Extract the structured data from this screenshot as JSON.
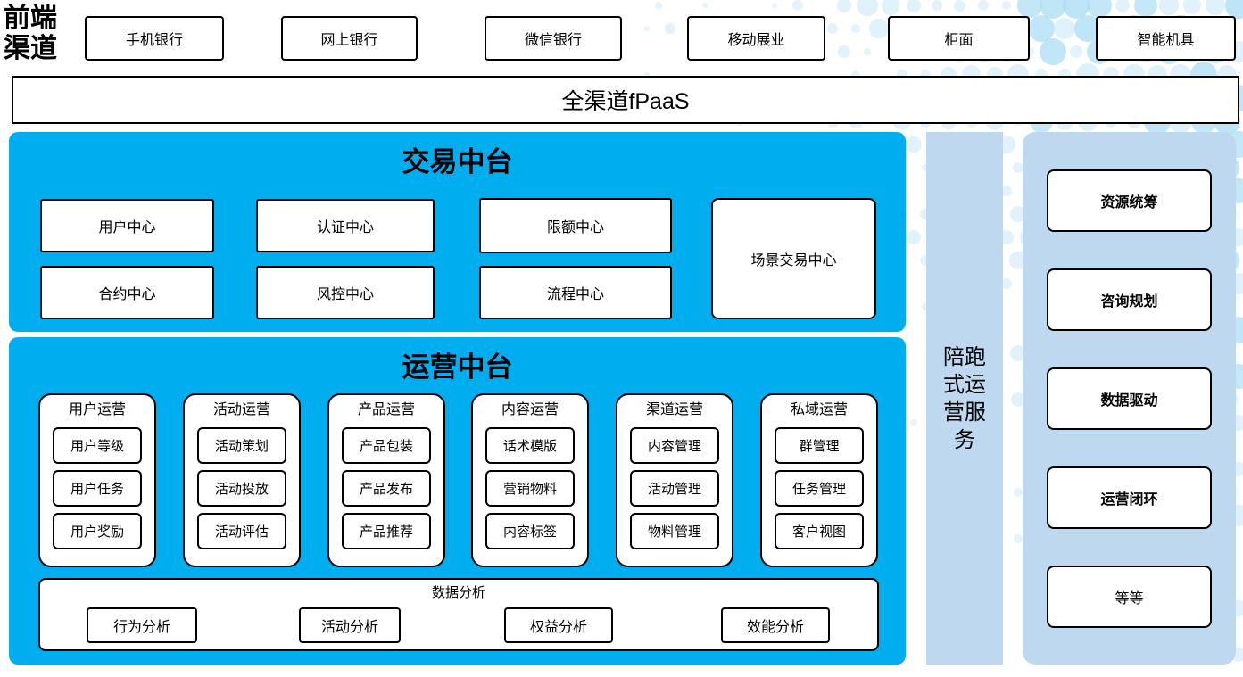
{
  "front_channels": {
    "label": "前端渠道",
    "items": [
      "手机银行",
      "网上银行",
      "微信银行",
      "移动展业",
      "柜面",
      "智能机具"
    ]
  },
  "fpaas": {
    "label": "全渠道fPaaS"
  },
  "trade_platform": {
    "title": "交易中台",
    "centers": [
      "用户中心",
      "认证中心",
      "限额中心",
      "合约中心",
      "风控中心",
      "流程中心"
    ],
    "scene_center": "场景交易中心"
  },
  "operation_platform": {
    "title": "运营中台",
    "columns": [
      {
        "title": "用户运营",
        "items": [
          "用户等级",
          "用户任务",
          "用户奖励"
        ]
      },
      {
        "title": "活动运营",
        "items": [
          "活动策划",
          "活动投放",
          "活动评估"
        ]
      },
      {
        "title": "产品运营",
        "items": [
          "产品包装",
          "产品发布",
          "产品推荐"
        ]
      },
      {
        "title": "内容运营",
        "items": [
          "话术模版",
          "营销物料",
          "内容标签"
        ]
      },
      {
        "title": "渠道运营",
        "items": [
          "内容管理",
          "活动管理",
          "物料管理"
        ]
      },
      {
        "title": "私域运营",
        "items": [
          "群管理",
          "任务管理",
          "客户视图"
        ]
      }
    ],
    "data_analysis": {
      "title": "数据分析",
      "items": [
        "行为分析",
        "活动分析",
        "权益分析",
        "效能分析"
      ]
    }
  },
  "side_strip": {
    "label": "陪跑式运营服务"
  },
  "advisory_panel": {
    "items": [
      "资源统筹",
      "咨询规划",
      "数据驱动",
      "运营闭环",
      "等等"
    ]
  },
  "colors": {
    "platform_blue": "#00AEEF",
    "side_panel_blue": "#BDD8EF",
    "dot_blue": "#CFEAF8",
    "dot_blue_strong": "#A9DDF4"
  }
}
